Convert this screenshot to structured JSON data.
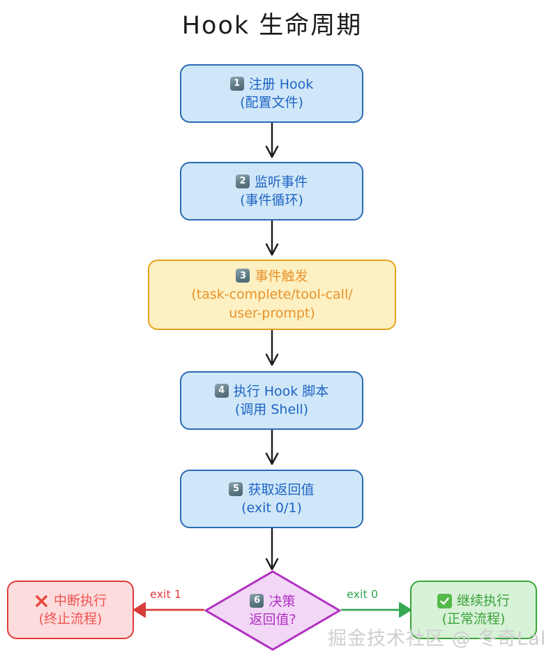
{
  "title": "Hook 生命周期",
  "watermark": "掘金技术社区 @ 冬奇Lab",
  "colors": {
    "blue_fill": "#cfe7f8",
    "blue_border": "#2a6ab3",
    "blue_text": "#1f63c4",
    "yellow_fill": "#fdf0c2",
    "yellow_border": "#e6a319",
    "yellow_text": "#e8922a",
    "purple_fill": "#f2d7f7",
    "purple_border": "#b030c0",
    "purple_text": "#b030c0",
    "red_fill": "#fcdcdc",
    "red_border": "#e03c3c",
    "red_text": "#ef5350",
    "green_fill": "#d8f2d8",
    "green_border": "#37a637",
    "green_text": "#3ba23b",
    "arrow_dark": "#1a1a1a"
  },
  "chart_data": {
    "type": "diagram",
    "diagram_kind": "flowchart",
    "title": "Hook 生命周期",
    "direction": "top-to-bottom",
    "nodes": [
      {
        "id": "n1",
        "badge": "1",
        "badge_icon": "keycap-1-icon",
        "shape": "rounded-rect",
        "style": "blue",
        "lines": [
          "注册 Hook",
          "(配置文件)"
        ]
      },
      {
        "id": "n2",
        "badge": "2",
        "badge_icon": "keycap-2-icon",
        "shape": "rounded-rect",
        "style": "blue",
        "lines": [
          "监听事件",
          "(事件循环)"
        ]
      },
      {
        "id": "n3",
        "badge": "3",
        "badge_icon": "keycap-3-icon",
        "shape": "rounded-rect",
        "style": "yellow",
        "lines": [
          "事件触发",
          "(task-complete/tool-call/",
          "user-prompt)"
        ]
      },
      {
        "id": "n4",
        "badge": "4",
        "badge_icon": "keycap-4-icon",
        "shape": "rounded-rect",
        "style": "blue",
        "lines": [
          "执行 Hook 脚本",
          "(调用 Shell)"
        ]
      },
      {
        "id": "n5",
        "badge": "5",
        "badge_icon": "keycap-5-icon",
        "shape": "rounded-rect",
        "style": "blue",
        "lines": [
          "获取返回值",
          "(exit 0/1)"
        ]
      },
      {
        "id": "n6",
        "badge": "6",
        "badge_icon": "keycap-6-icon",
        "shape": "diamond",
        "style": "purple",
        "lines": [
          "决策",
          "返回值?"
        ]
      },
      {
        "id": "n7",
        "badge": "",
        "badge_icon": "cross-mark-icon",
        "shape": "rounded-rect",
        "style": "red",
        "lines": [
          "中断执行",
          "(终止流程)"
        ]
      },
      {
        "id": "n8",
        "badge": "",
        "badge_icon": "check-mark-icon",
        "shape": "rounded-rect",
        "style": "green",
        "lines": [
          "继续执行",
          "(正常流程)"
        ]
      }
    ],
    "edges": [
      {
        "from": "n1",
        "to": "n2",
        "label": "",
        "color": "#1a1a1a"
      },
      {
        "from": "n2",
        "to": "n3",
        "label": "",
        "color": "#1a1a1a"
      },
      {
        "from": "n3",
        "to": "n4",
        "label": "",
        "color": "#1a1a1a"
      },
      {
        "from": "n4",
        "to": "n5",
        "label": "",
        "color": "#1a1a1a"
      },
      {
        "from": "n5",
        "to": "n6",
        "label": "",
        "color": "#1a1a1a"
      },
      {
        "from": "n6",
        "to": "n7",
        "label": "exit 1",
        "color": "#e03c3c"
      },
      {
        "from": "n6",
        "to": "n8",
        "label": "exit 0",
        "color": "#34a853"
      }
    ]
  },
  "nodes": {
    "n1": {
      "badge": "1",
      "l1": "注册 Hook",
      "l2": "(配置文件)"
    },
    "n2": {
      "badge": "2",
      "l1": "监听事件",
      "l2": "(事件循环)"
    },
    "n3": {
      "badge": "3",
      "l1": "事件触发",
      "l2": "(task-complete/tool-call/",
      "l3": "user-prompt)"
    },
    "n4": {
      "badge": "4",
      "l1": "执行 Hook 脚本",
      "l2": "(调用 Shell)"
    },
    "n5": {
      "badge": "5",
      "l1": "获取返回值",
      "l2": "(exit 0/1)"
    },
    "n6": {
      "badge": "6",
      "l1": "决策",
      "l2": "返回值?"
    },
    "n7": {
      "l1": "中断执行",
      "l2": "(终止流程)"
    },
    "n8": {
      "l1": "继续执行",
      "l2": "(正常流程)"
    }
  },
  "edge_labels": {
    "exit1": "exit 1",
    "exit0": "exit 0"
  }
}
